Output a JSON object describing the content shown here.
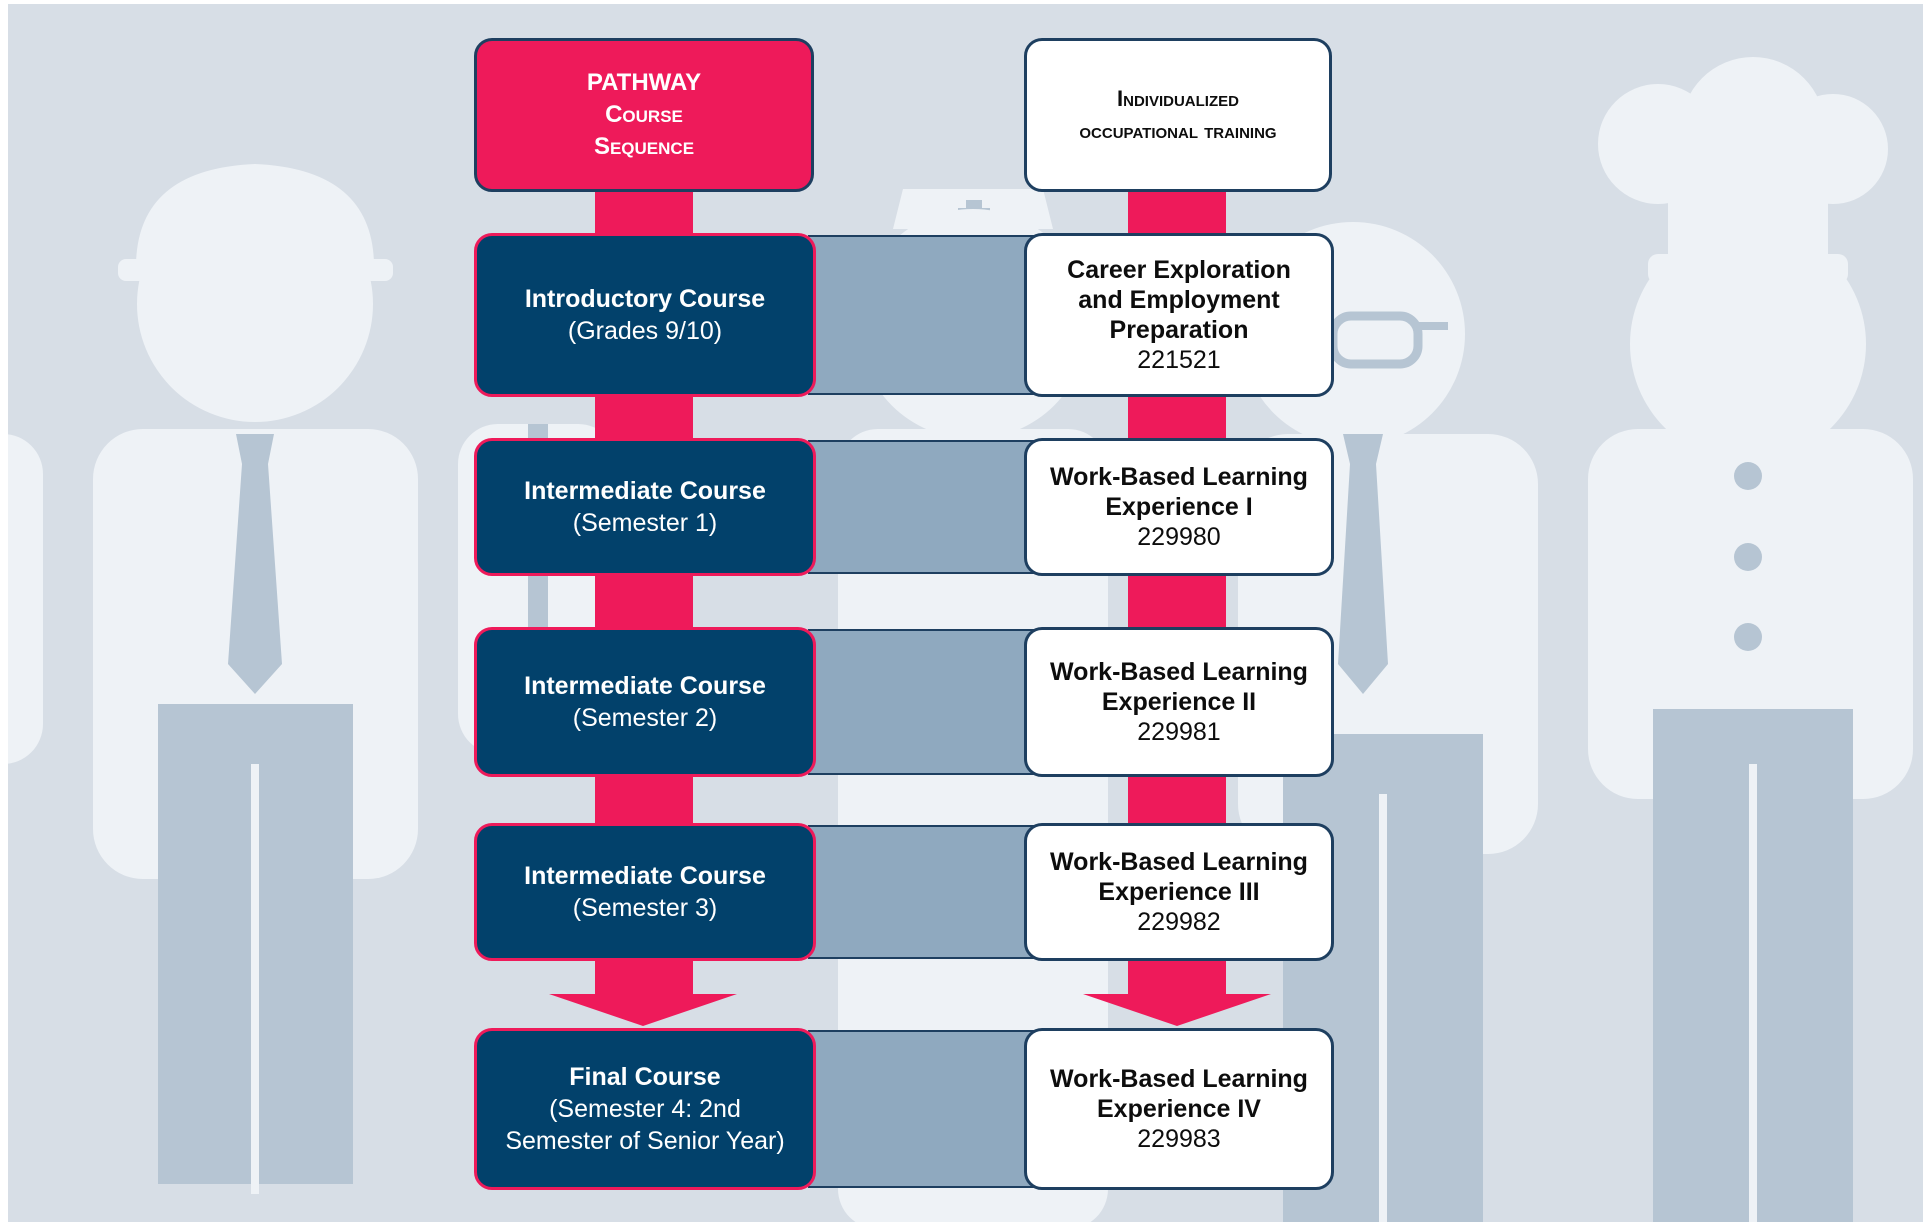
{
  "left_header": {
    "line1": "PATHWAY",
    "line2": "Course",
    "line3": "Sequence"
  },
  "right_header": {
    "line1": "Individualized",
    "line2": "occupational training"
  },
  "courses": [
    {
      "title": "Introductory Course",
      "sub1": "(Grades 9/10)",
      "sub2": ""
    },
    {
      "title": "Intermediate Course",
      "sub1": "(Semester 1)",
      "sub2": ""
    },
    {
      "title": "Intermediate Course",
      "sub1": "(Semester 2)",
      "sub2": ""
    },
    {
      "title": "Intermediate Course",
      "sub1": "(Semester 3)",
      "sub2": ""
    },
    {
      "title": "Final Course",
      "sub1": "(Semester 4: 2nd",
      "sub2": "Semester of Senior Year)"
    }
  ],
  "trainings": [
    {
      "line1": "Career Exploration",
      "line2": "and Employment",
      "line3": "Preparation",
      "code": "221521"
    },
    {
      "line1": "Work-Based Learning",
      "line2": "Experience I",
      "line3": "",
      "code": "229980"
    },
    {
      "line1": "Work-Based Learning",
      "line2": "Experience II",
      "line3": "",
      "code": "229981"
    },
    {
      "line1": "Work-Based Learning",
      "line2": "Experience III",
      "line3": "",
      "code": "229982"
    },
    {
      "line1": "Work-Based Learning",
      "line2": "Experience IV",
      "line3": "",
      "code": "229983"
    }
  ],
  "colors": {
    "accent_pink": "#ee1a5a",
    "navy": "#02416b",
    "connector": "#8fa9bf",
    "background": "#d7dee6"
  }
}
